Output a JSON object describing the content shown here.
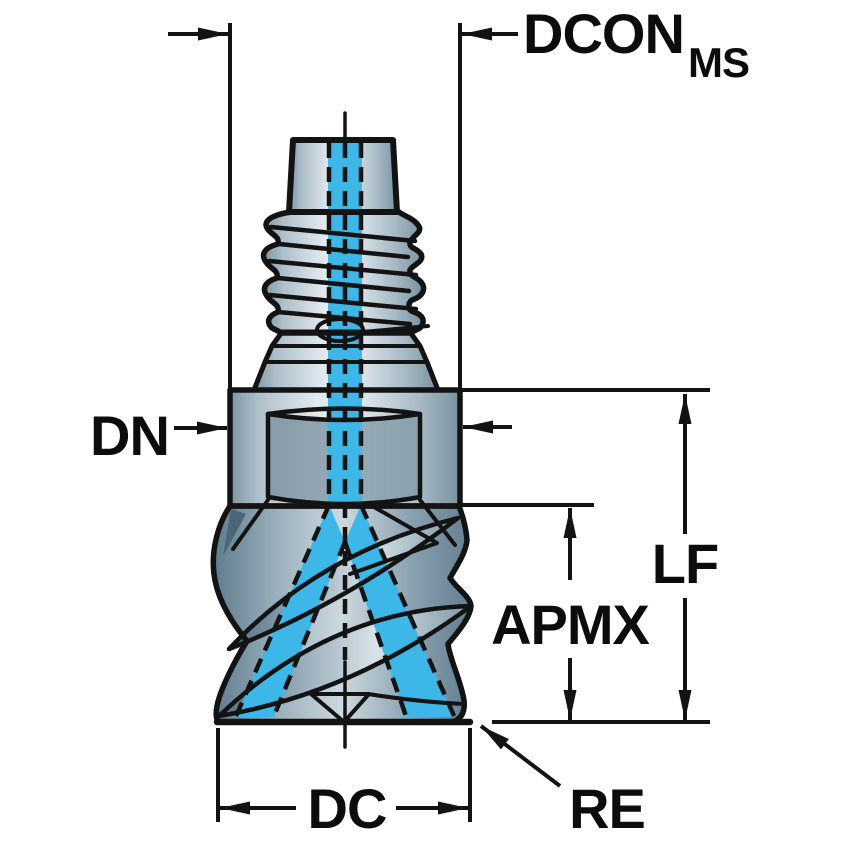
{
  "diagram": {
    "labels": {
      "dcon": "DCON",
      "dcon_sub": "MS",
      "dn": "DN",
      "lf": "LF",
      "apmx": "APMX",
      "dc": "DC",
      "re": "RE"
    },
    "colors": {
      "coolant": "#3cb7e8",
      "line": "#131313",
      "background": "#ffffff"
    }
  }
}
